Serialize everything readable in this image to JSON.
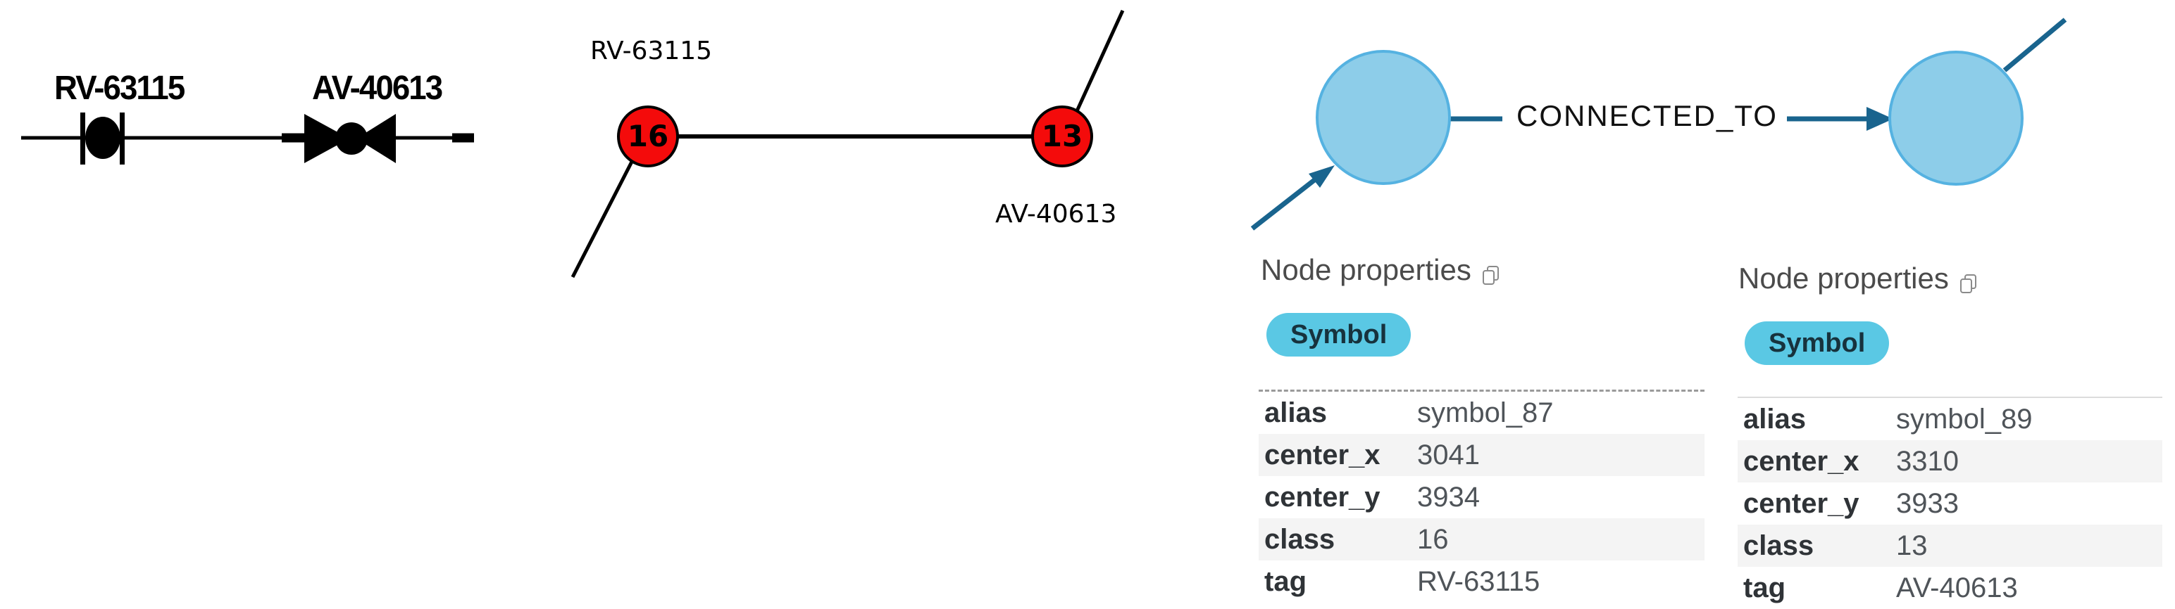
{
  "pid_drawing": {
    "valve1_label": "RV-63115",
    "valve2_label": "AV-40613"
  },
  "graph_view": {
    "node1_class": "16",
    "node1_label": "RV-63115",
    "node2_class": "13",
    "node2_label": "AV-40613"
  },
  "neo4j_view": {
    "relationship_type": "CONNECTED_TO"
  },
  "left_panel": {
    "title": "Node properties",
    "badge_label": "Symbol",
    "rows": [
      {
        "key": "alias",
        "value": "symbol_87"
      },
      {
        "key": "center_x",
        "value": "3041"
      },
      {
        "key": "center_y",
        "value": "3934"
      },
      {
        "key": "class",
        "value": "16"
      },
      {
        "key": "tag",
        "value": "RV-63115"
      }
    ]
  },
  "right_panel": {
    "title": "Node properties",
    "badge_label": "Symbol",
    "rows": [
      {
        "key": "alias",
        "value": "symbol_89"
      },
      {
        "key": "center_x",
        "value": "3310"
      },
      {
        "key": "center_y",
        "value": "3933"
      },
      {
        "key": "class",
        "value": "13"
      },
      {
        "key": "tag",
        "value": "AV-40613"
      }
    ]
  },
  "colors": {
    "node_fill_blue": "#8DCDE9",
    "node_stroke_blue": "#55B2E1",
    "relationship_teal": "#19648E",
    "graph_node_red": "#F40B0B",
    "badge_blue": "#5AC8E4",
    "row_alt_gray": "#F4F4F4"
  }
}
